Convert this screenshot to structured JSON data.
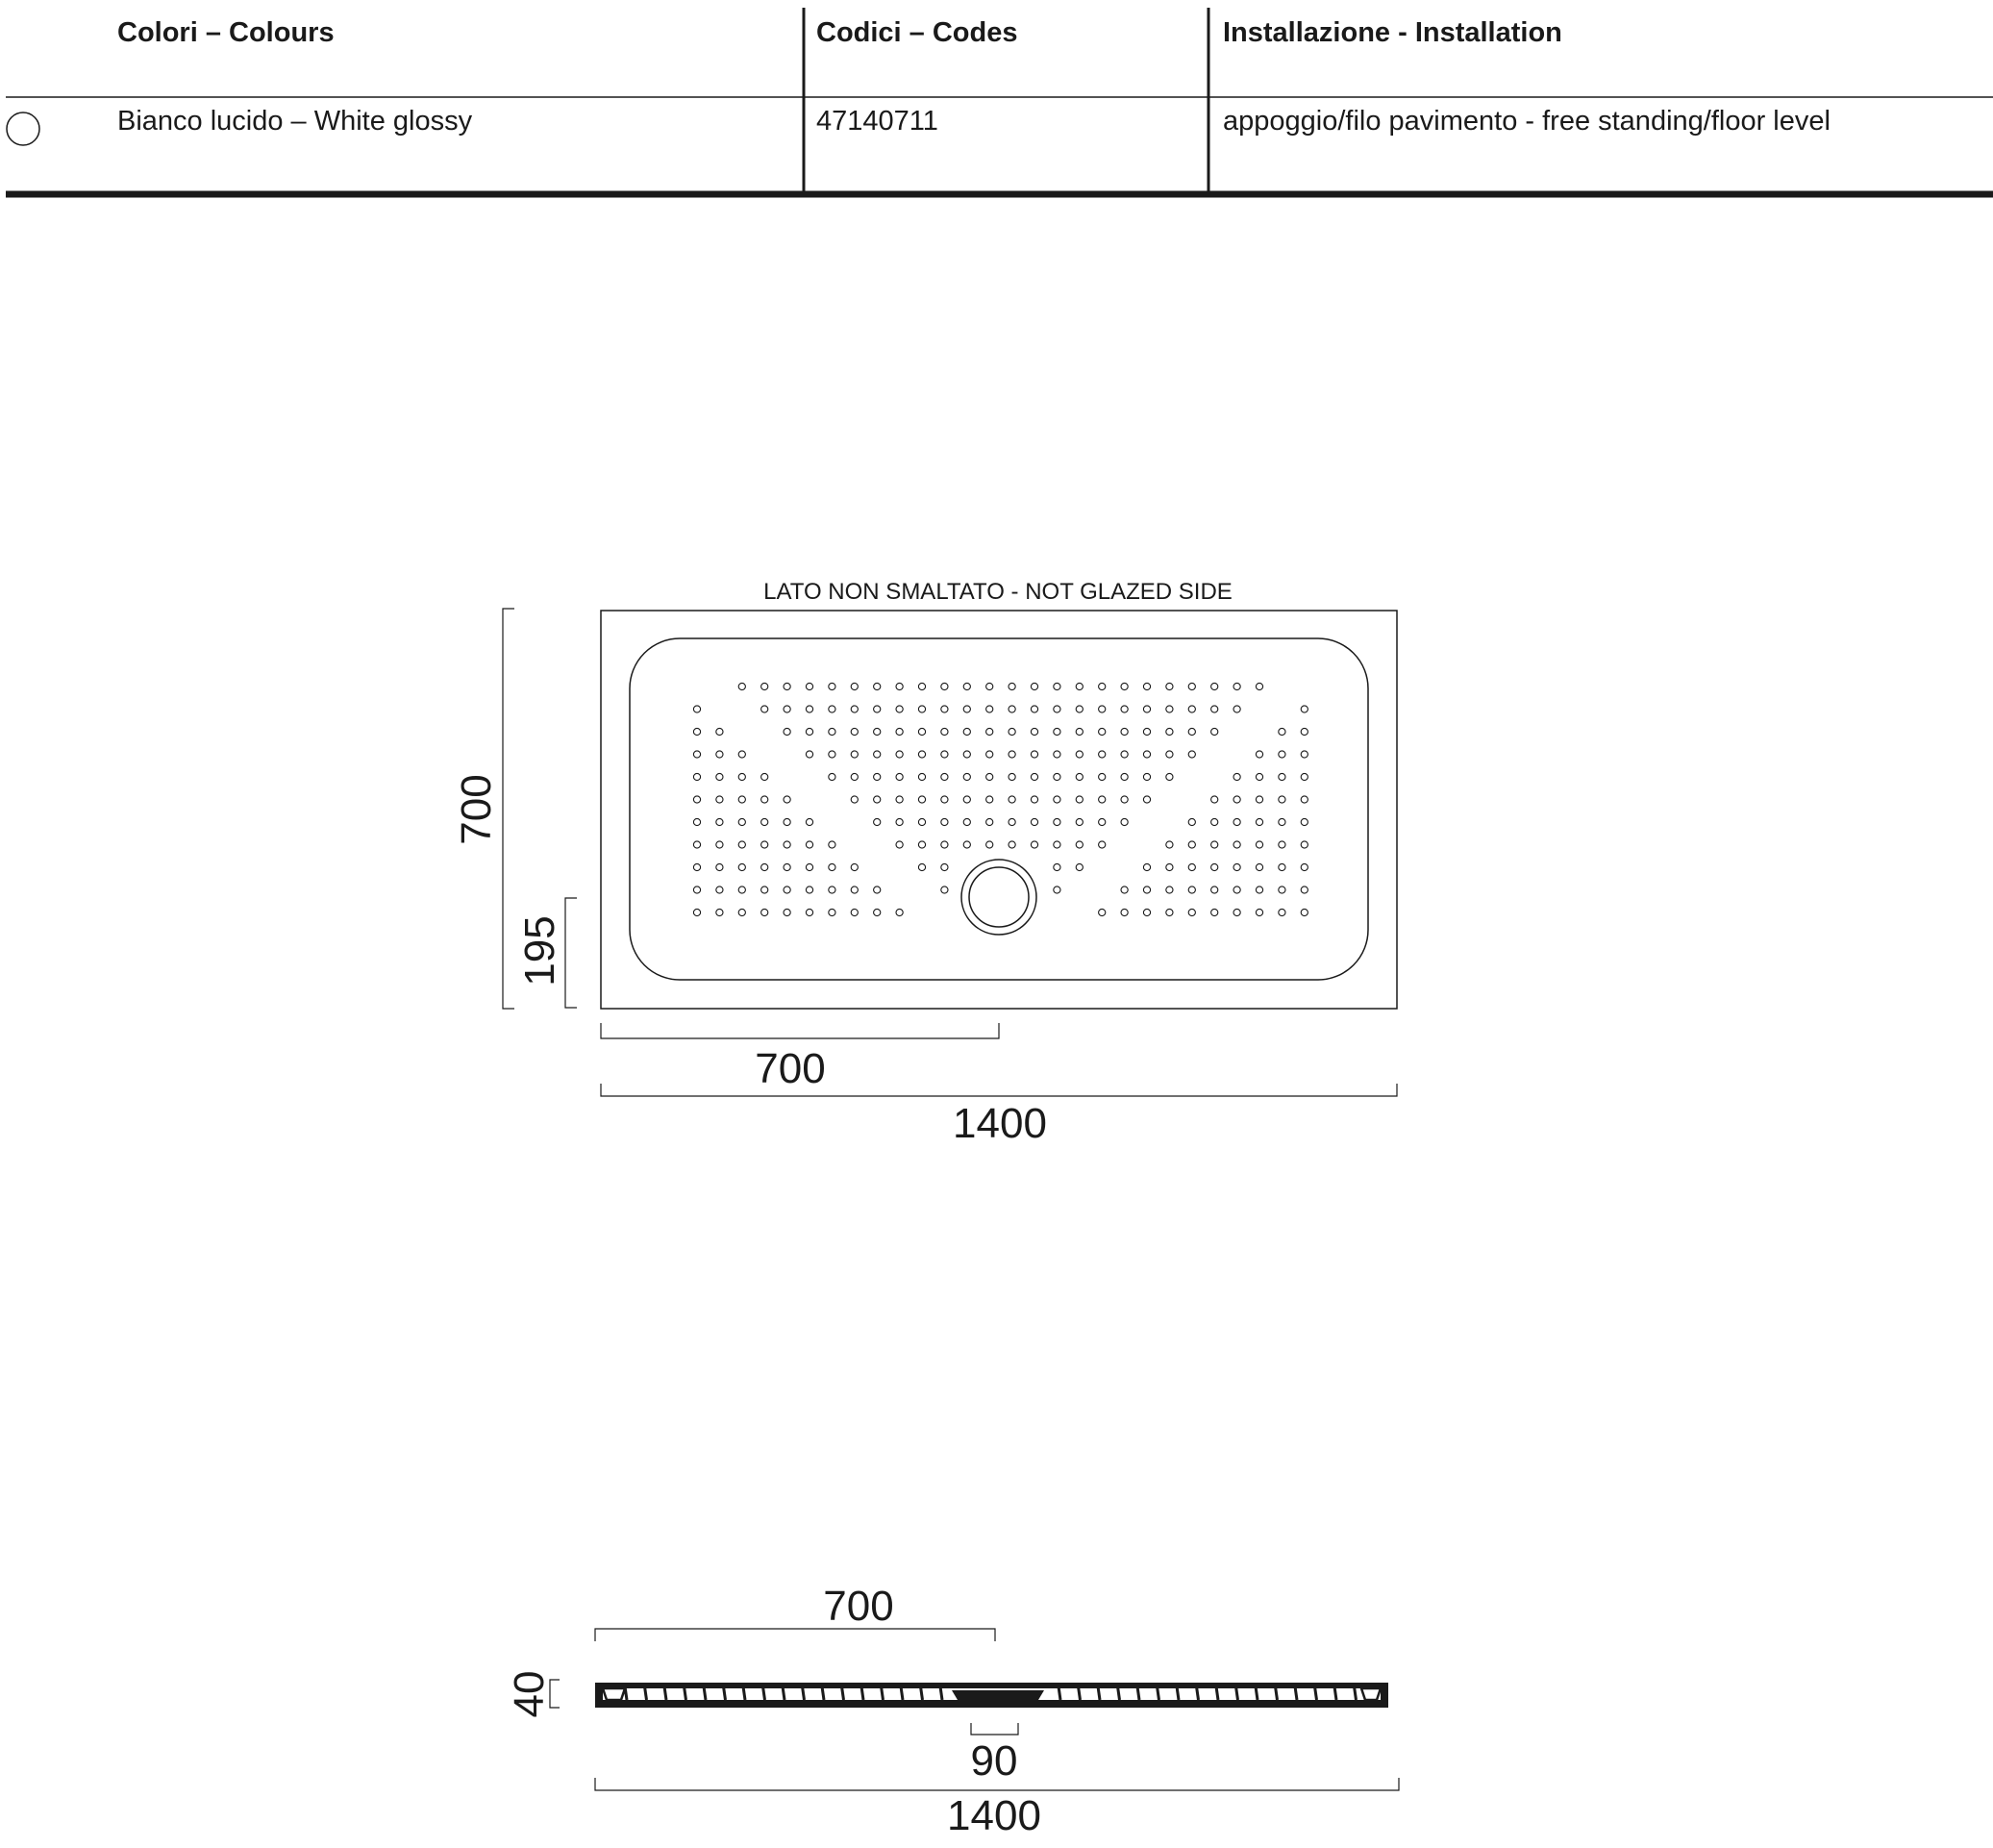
{
  "table": {
    "headers": [
      "Colori – Colours",
      "Codici – Codes",
      "Installazione - Installation"
    ],
    "rows": [
      [
        "Bianco lucido – White glossy",
        "47140711",
        "appoggio/filo pavimento - free standing/floor level"
      ]
    ]
  },
  "top_view": {
    "side_note": "LATO NON SMALTATO - NOT GLAZED SIDE",
    "height_dim": "700",
    "drain_offset_dim": "195",
    "half_width_dim": "700",
    "width_dim": "1400"
  },
  "section_view": {
    "half_width_dim": "700",
    "height_dim": "40",
    "drain_dim": "90",
    "width_dim": "1400"
  },
  "colors": {
    "ink": "#1a1a1a",
    "background": "#ffffff"
  },
  "icons": [
    "color-swatch-icon"
  ]
}
